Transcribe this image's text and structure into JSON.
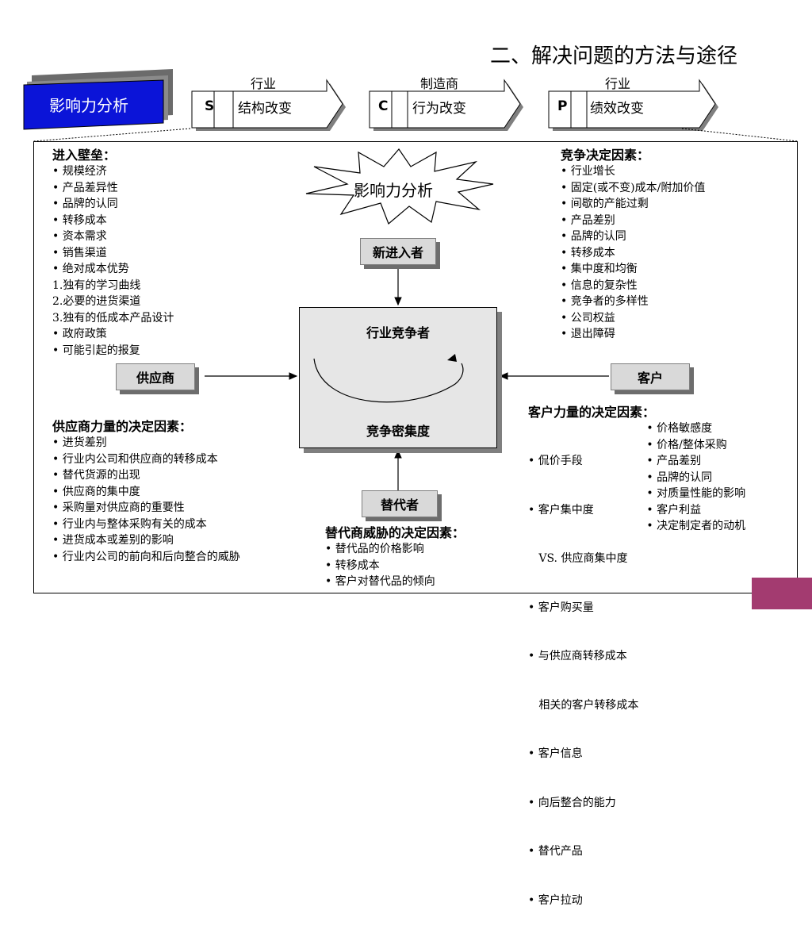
{
  "page_title": "二、解决问题的方法与途径",
  "badge": {
    "label": "影响力分析"
  },
  "scp": [
    {
      "top_label": "行业",
      "letter": "S",
      "text": "结构改变"
    },
    {
      "top_label": "制造商",
      "letter": "C",
      "text": "行为改变"
    },
    {
      "top_label": "行业",
      "letter": "P",
      "text": "绩效改变"
    }
  ],
  "star_label": "影响力分析",
  "barriers": {
    "title": "进入壁垒：",
    "items": [
      "• 规模经济",
      "• 产品差异性",
      "• 品牌的认同",
      "• 转移成本",
      "• 资本需求",
      "• 销售渠道",
      "• 绝对成本优势",
      "1.独有的学习曲线",
      "2.必要的进货渠道",
      "3.独有的低成本产品设计",
      "• 政府政策",
      "• 可能引起的报复"
    ]
  },
  "competition": {
    "title": "竞争决定因素：",
    "items": [
      "• 行业增长",
      "• 固定(或不变)成本/附加价值",
      "• 间歇的产能过剩",
      "• 产品差别",
      "• 品牌的认同",
      "• 转移成本",
      "• 集中度和均衡",
      "• 信息的复杂性",
      "• 竞争者的多样性",
      "• 公司权益",
      "• 退出障碍"
    ]
  },
  "boxes": {
    "new_entrants": "新进入者",
    "suppliers": "供应商",
    "customers": "客户",
    "substitutes": "替代者",
    "center_top": "行业竞争者",
    "center_bottom": "竞争密集度"
  },
  "supplier_power": {
    "title": "供应商力量的决定因素：",
    "items": [
      "• 进货差别",
      "• 行业内公司和供应商的转移成本",
      "• 替代货源的出现",
      "• 供应商的集中度",
      "• 采购量对供应商的重要性",
      "• 行业内与整体采购有关的成本",
      "• 进货成本或差别的影响",
      "• 行业内公司的前向和后向整合的威胁"
    ]
  },
  "substitute_threat": {
    "title": "替代商威胁的决定因素：",
    "items": [
      "• 替代品的价格影响",
      "• 转移成本",
      "• 客户对替代品的倾向"
    ]
  },
  "customer_power": {
    "title": "客户力量的决定因素：",
    "left_items": [
      "• 侃价手段",
      "• 客户集中度",
      "   VS. 供应商集中度",
      "• 客户购买量",
      "• 与供应商转移成本",
      "   相关的客户转移成本",
      "• 客户信息",
      "• 向后整合的能力",
      "• 替代产品",
      "• 客户拉动"
    ],
    "right_items": [
      "• 价格敏感度",
      "• 价格/整体采购",
      "• 产品差别",
      "• 品牌的认同",
      "• 对质量性能的影响",
      "• 客户利益",
      "• 决定制定者的动机"
    ]
  },
  "colors": {
    "badge_blue": "#0b14d8",
    "badge_shadow": "#6b6b6b",
    "box_gray": "#d9d9d9",
    "corner_accent": "#a33b70"
  }
}
